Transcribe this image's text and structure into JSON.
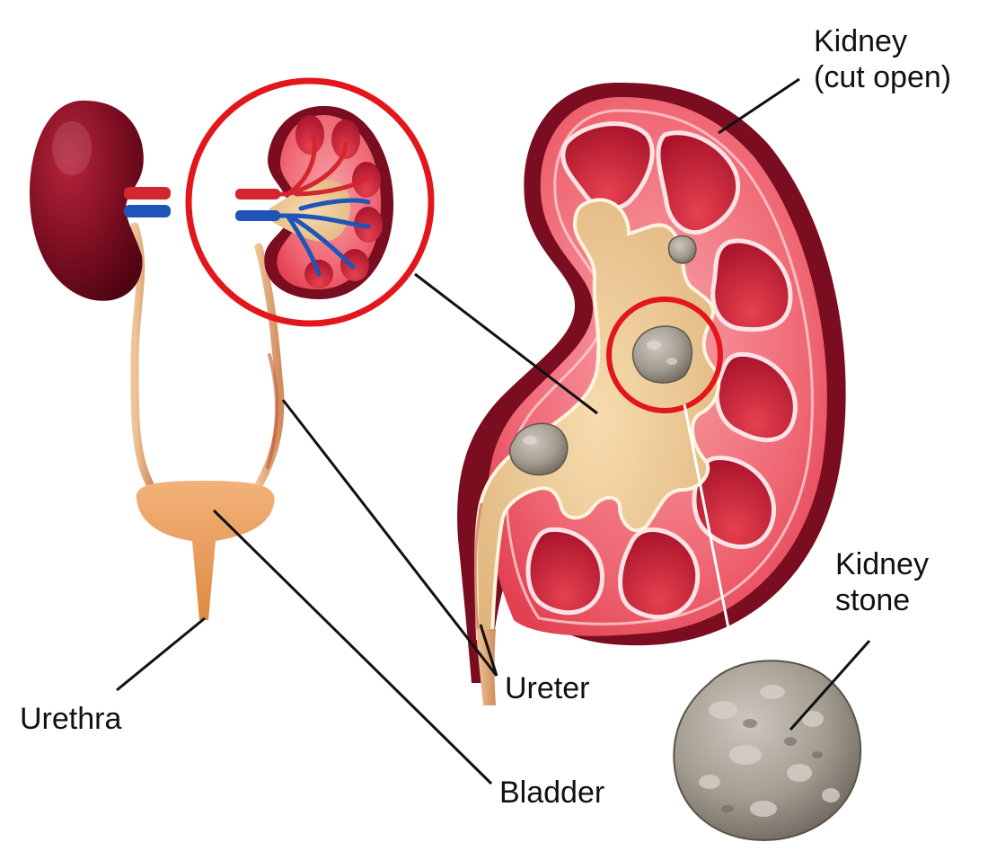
{
  "labels": {
    "kidney_cut_open": {
      "line1": "Kidney",
      "line2": "(cut open)"
    },
    "kidney_stone": {
      "line1": "Kidney",
      "line2": "stone"
    },
    "ureter": "Ureter",
    "urethra": "Urethra",
    "bladder": "Bladder"
  },
  "colors": {
    "highlight_ring": "#e3161c",
    "kidney_outer": "#7a0d20",
    "kidney_cortex": "#e94e5b",
    "medulla_pyramid": "#c81f35",
    "renal_pelvis": "#ecc691",
    "ureter": "#e2a071",
    "bladder": "#ea9a55",
    "artery": "#d3262f",
    "vein": "#1f55b8",
    "stone": "#a39c91",
    "leader_line": "#111111"
  }
}
